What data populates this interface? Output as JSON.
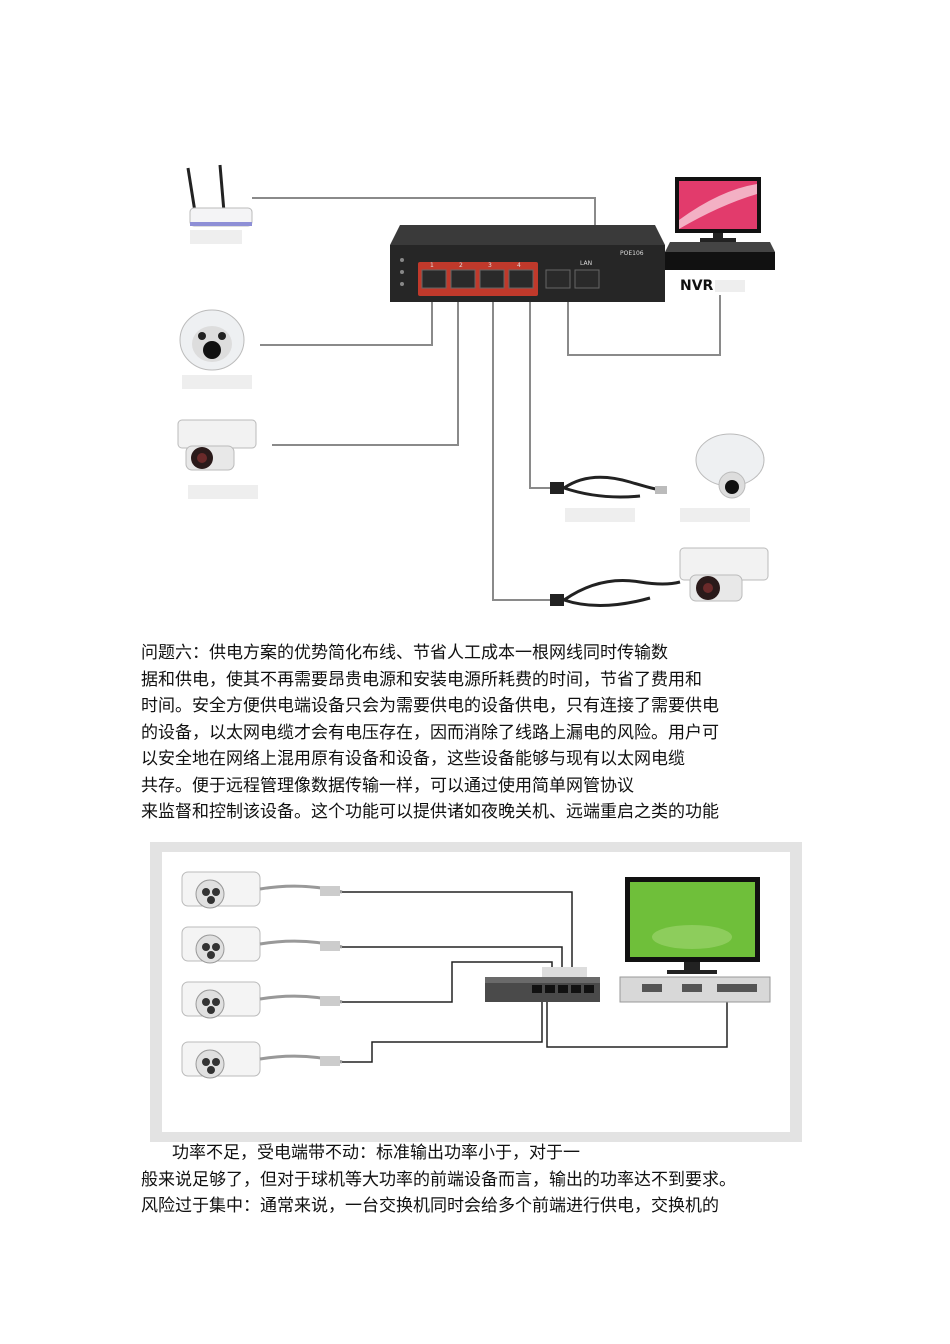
{
  "figure1": {
    "nvr_label": "NVR",
    "switch_model": "POE106",
    "port_numbers": [
      "1",
      "2",
      "3",
      "4"
    ],
    "uplink_label": "LAN"
  },
  "paragraph1": {
    "lines": [
      "问题六：供电方案的优势简化布线、节省人工成本一根网线同时传输数",
      "据和供电，使其不再需要昂贵电源和安装电源所耗费的时间，节省了费用和",
      "时间。安全方便供电端设备只会为需要供电的设备供电，只有连接了需要供电",
      "的设备，以太网电缆才会有电压存在，因而消除了线路上漏电的风险。用户可",
      "以安全地在网络上混用原有设备和设备，这些设备能够与现有以太网电缆",
      "共存。便于远程管理像数据传输一样，可以通过使用简单网管协议",
      "来监督和控制该设备。这个功能可以提供诸如夜晚关机、远端重启之类的功能"
    ]
  },
  "paragraph2": {
    "lines": [
      "功率不足，受电端带不动：标准输出功率小于，对于一",
      "般来说足够了，但对于球机等大功率的前端设备而言，输出的功率达不到要求。",
      "风险过于集中：通常来说，一台交换机同时会给多个前端进行供电，交换机的"
    ]
  },
  "colors": {
    "switch_body": "#2b2b2b",
    "poe_ports": "#c0392b",
    "cable": "#888888",
    "monitor_screen": "#e23b6c",
    "monitor_screen2": "#6fbf3a"
  }
}
